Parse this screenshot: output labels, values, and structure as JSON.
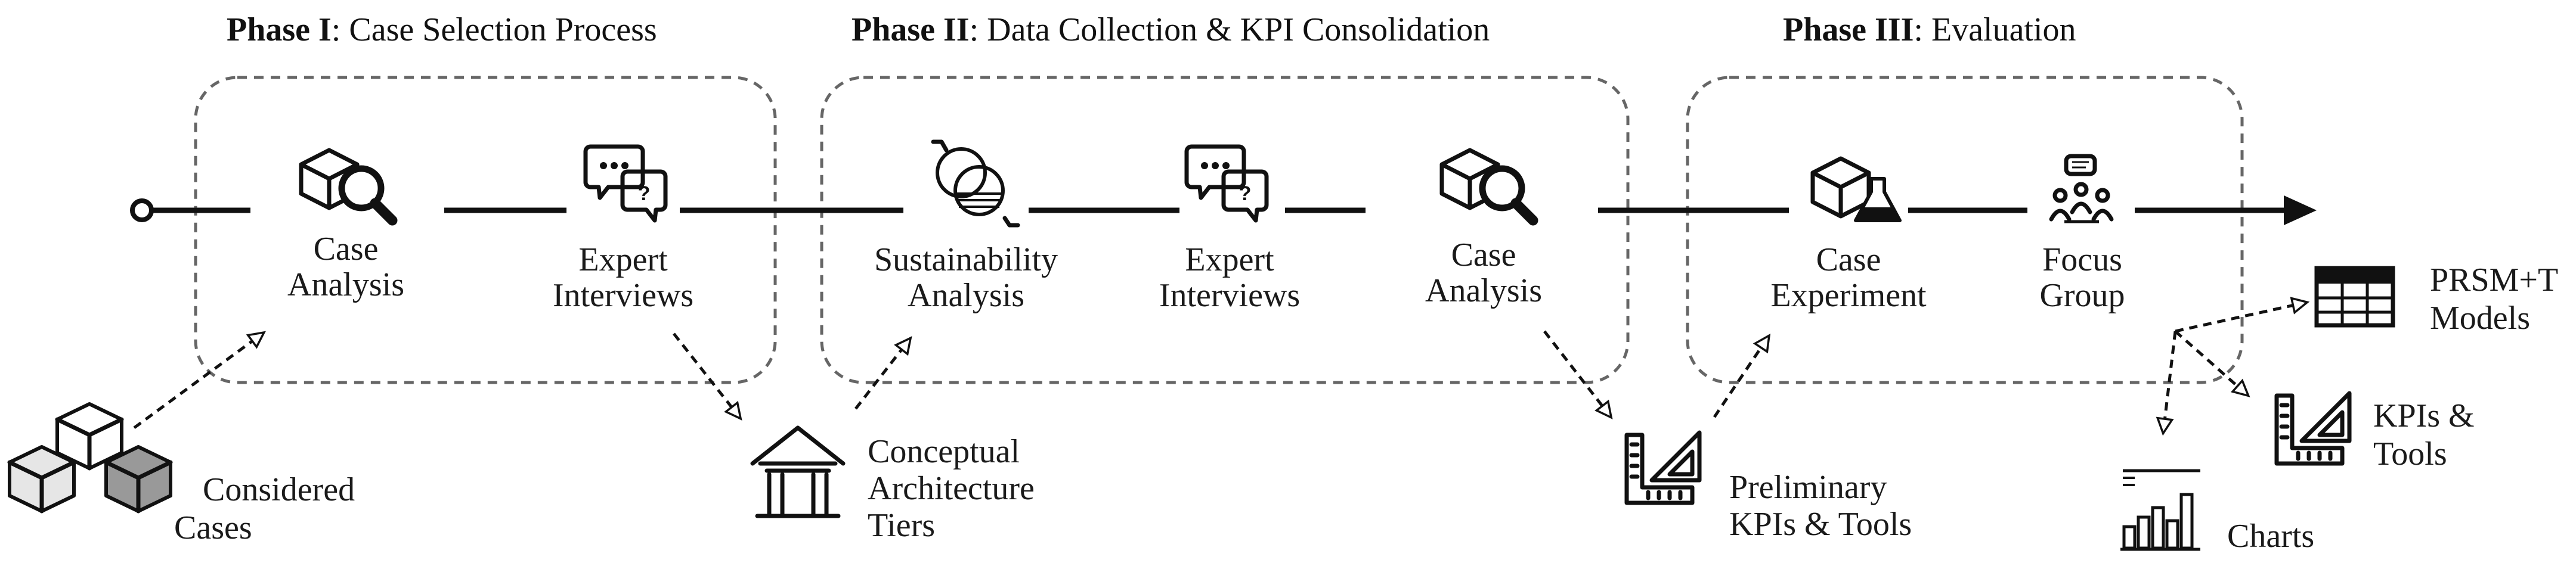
{
  "phases": [
    {
      "number": "Phase I",
      "title": ": Case Selection Process"
    },
    {
      "number": "Phase II",
      "title": ": Data Collection & KPI Consolidation"
    },
    {
      "number": "Phase III",
      "title": ": Evaluation"
    }
  ],
  "steps": {
    "case_analysis_1": [
      "Case",
      "Analysis"
    ],
    "expert_interviews_1": [
      "Expert",
      "Interviews"
    ],
    "sustainability_analysis": [
      "Sustainability",
      "Analysis"
    ],
    "expert_interviews_2": [
      "Expert",
      "Interviews"
    ],
    "case_analysis_2": [
      "Case",
      "Analysis"
    ],
    "case_experiment": [
      "Case",
      "Experiment"
    ],
    "focus_group": [
      "Focus",
      "Group"
    ]
  },
  "artifacts": {
    "considered_cases": [
      "Considered",
      "Cases"
    ],
    "conceptual_architecture": [
      "Conceptual",
      "Architecture",
      "Tiers"
    ],
    "preliminary_kpis": [
      "Preliminary",
      "KPIs & Tools"
    ],
    "prsm_models": [
      "PRSM+T",
      "Models"
    ],
    "kpis_tools": [
      "KPIs &",
      "Tools"
    ],
    "charts": [
      "Charts"
    ]
  }
}
